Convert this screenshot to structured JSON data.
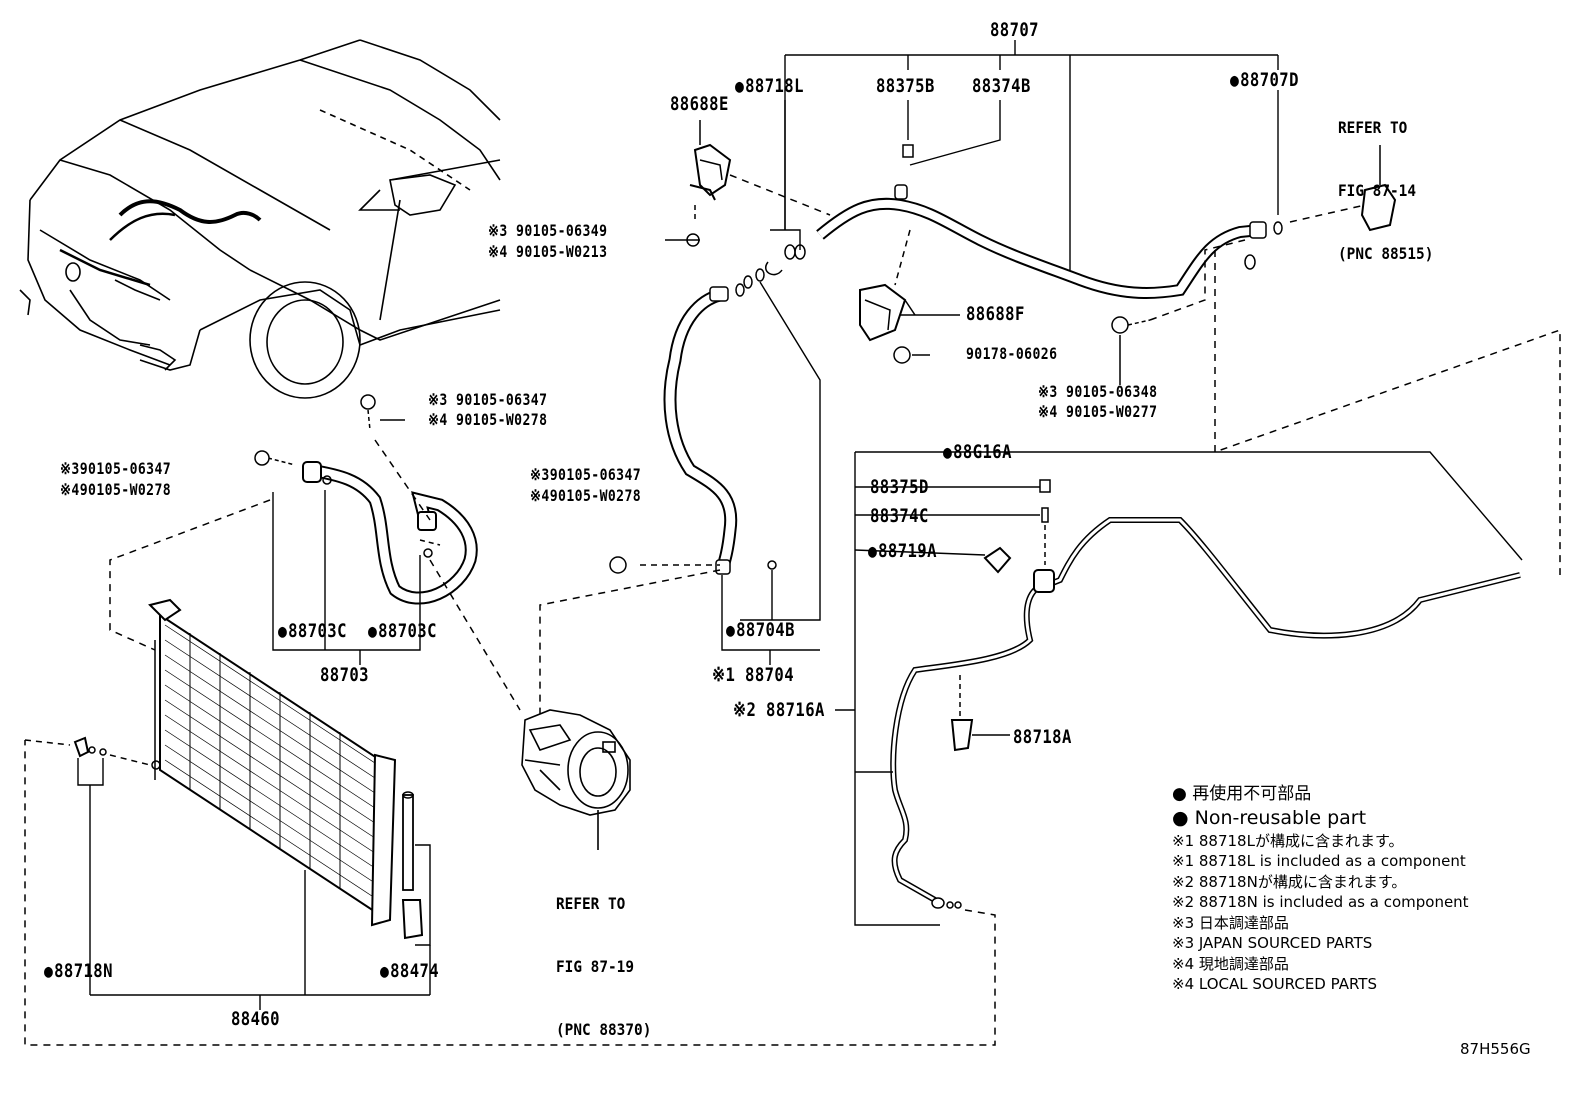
{
  "figure_id": "87H556G",
  "labels": {
    "p88707": "88707",
    "p88718L": "88718L",
    "p88375B": "88375B",
    "p88374B": "88374B",
    "p88707D": "88707D",
    "p88688E": "88688E",
    "bolt_a_jp": "※3 90105-06349",
    "bolt_a_local": "※4 90105-W0213",
    "p88688F": "88688F",
    "nut_90178": "90178-06026",
    "bolt_b_jp": "※3 90105-06348",
    "bolt_b_local": "※4 90105-W0277",
    "bolt_c_jp": "※3 90105-06347",
    "bolt_c_local": "※4 90105-W0278",
    "bolt_d_jp": "※390105-06347",
    "bolt_d_local": "※490105-W0278",
    "bolt_e_jp": "※390105-06347",
    "bolt_e_local": "※490105-W0278",
    "p88703C_a": "88703C",
    "p88703C_b": "88703C",
    "p88703": "88703",
    "p88704B": "88704B",
    "p88704": "※1 88704",
    "p88716A": "※2 88716A",
    "p88G16A": "88G16A",
    "p88375D": "88375D",
    "p88374C": "88374C",
    "p88719A": "88719A",
    "p88718A": "88718A",
    "p88718N": "88718N",
    "p88474": "88474",
    "p88460": "88460"
  },
  "refer_top": [
    "REFER TO",
    "FIG 87-14",
    "(PNC 88515)"
  ],
  "refer_bottom": [
    "REFER TO",
    "FIG 87-19",
    "(PNC 88370)"
  ],
  "legend": {
    "line1": "● 再使用不可部品",
    "line2": "● Non-reusable part",
    "n1_jp": "※1 88718Lが構成に含まれます。",
    "n1_en": "※1 88718L is included as a component",
    "n2_jp": "※2 88718Nが構成に含まれます。",
    "n2_en": "※2 88718N is included as a component",
    "n3_jp": "※3 日本調達部品",
    "n3_en": "※3 JAPAN SOURCED PARTS",
    "n4_jp": "※4 現地調達部品",
    "n4_en": "※4 LOCAL SOURCED PARTS"
  }
}
